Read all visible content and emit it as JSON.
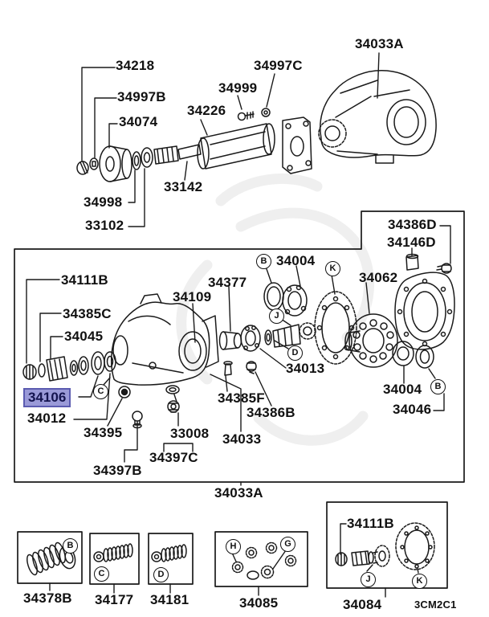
{
  "title": "rear differential exploded parts diagram",
  "drawing_code": "3CM2C1",
  "colors": {
    "background": "#ffffff",
    "line": "#1a1a1a",
    "highlight_bg": "#9a9ad8",
    "highlight_border": "#5b5bb0",
    "highlight_text": "#14144e",
    "watermark": "#e2e2e2"
  },
  "highlighted_part": "34106",
  "parts": {
    "p34218": "34218",
    "p34997B": "34997B",
    "p34074": "34074",
    "p34226": "34226",
    "p34999": "34999",
    "p34997C": "34997C",
    "p34033A_top": "34033A",
    "p34998": "34998",
    "p33102": "33102",
    "p33142": "33142",
    "p34111B": "34111B",
    "p34385C": "34385C",
    "p34045": "34045",
    "p34106": "34106",
    "p34012": "34012",
    "p34109": "34109",
    "p34377": "34377",
    "p34004_upper": "34004",
    "p34013": "34013",
    "p34062": "34062",
    "p34386D": "34386D",
    "p34146D": "34146D",
    "p34004_lower": "34004",
    "p34046": "34046",
    "p34395": "34395",
    "p33008": "33008",
    "p34397C": "34397C",
    "p34397B": "34397B",
    "p34385F": "34385F",
    "p34386B": "34386B",
    "p34033": "34033",
    "p34033A_main": "34033A",
    "p34378B": "34378B",
    "p34177": "34177",
    "p34181": "34181",
    "p34085": "34085",
    "p34084": "34084",
    "p34111B_inset": "34111B",
    "code": "3CM2C1"
  },
  "callouts": {
    "B": "B",
    "C": "C",
    "D": "D",
    "G": "G",
    "H": "H",
    "J": "J",
    "K": "K"
  }
}
